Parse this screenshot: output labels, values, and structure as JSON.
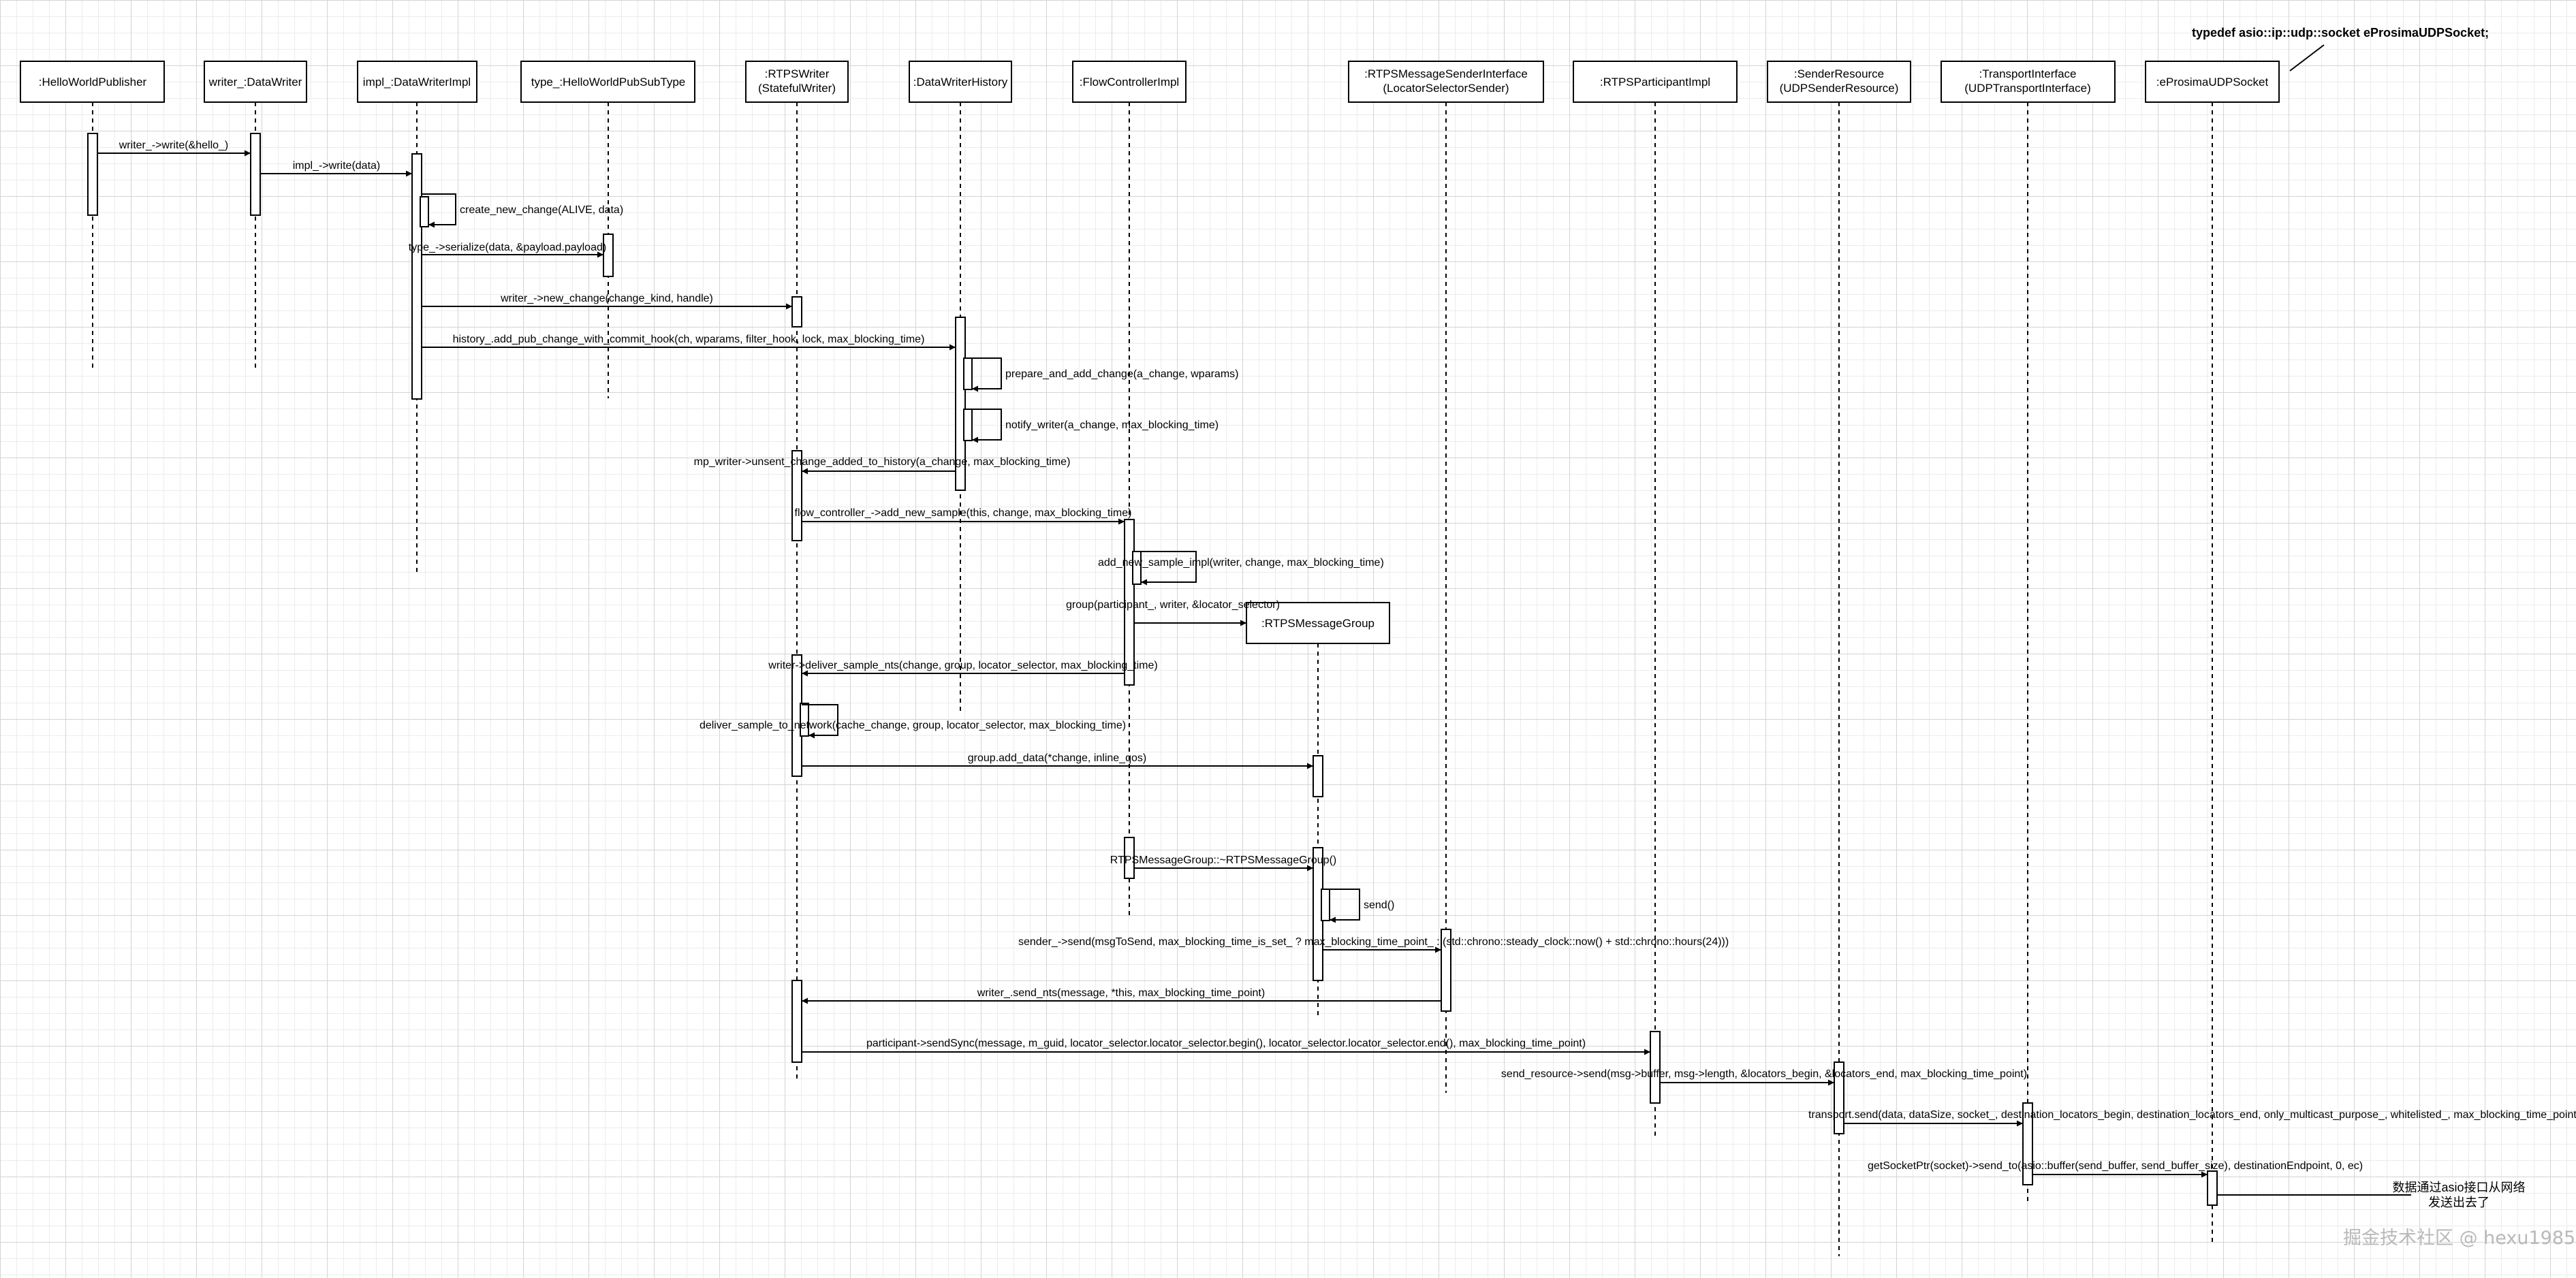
{
  "participants": [
    {
      "id": "hwpub",
      "lines": [
        ":HelloWorldPublisher"
      ]
    },
    {
      "id": "dw",
      "lines": [
        "writer_:DataWriter"
      ]
    },
    {
      "id": "dwimpl",
      "lines": [
        "impl_:DataWriterImpl"
      ]
    },
    {
      "id": "pubsubtype",
      "lines": [
        "type_:HelloWorldPubSubType"
      ]
    },
    {
      "id": "rtpswriter",
      "lines": [
        ":RTPSWriter",
        "(StatefulWriter)"
      ]
    },
    {
      "id": "history",
      "lines": [
        ":DataWriterHistory"
      ]
    },
    {
      "id": "flowctrl",
      "lines": [
        ":FlowControllerImpl"
      ]
    },
    {
      "id": "msgsender",
      "lines": [
        ":RTPSMessageSenderInterface",
        "(LocatorSelectorSender)"
      ]
    },
    {
      "id": "participant",
      "lines": [
        ":RTPSParticipantImpl"
      ]
    },
    {
      "id": "sender",
      "lines": [
        ":SenderResource",
        "(UDPSenderResource)"
      ]
    },
    {
      "id": "transport",
      "lines": [
        ":TransportInterface",
        "(UDPTransportInterface)"
      ]
    },
    {
      "id": "socket",
      "lines": [
        ":eProsimaUDPSocket"
      ]
    },
    {
      "id": "msggroup",
      "lines": [
        ":RTPSMessageGroup"
      ]
    }
  ],
  "messages": [
    {
      "id": "m1",
      "text": "writer_->write(&hello_)"
    },
    {
      "id": "m2",
      "text": "impl_->write(data)"
    },
    {
      "id": "m3",
      "text": "create_new_change(ALIVE, data)"
    },
    {
      "id": "m4",
      "text": "type_->serialize(data, &payload.payload)"
    },
    {
      "id": "m5",
      "text": "writer_->new_change(change_kind, handle)"
    },
    {
      "id": "m6",
      "text": "history_.add_pub_change_with_commit_hook(ch, wparams, filter_hook, lock, max_blocking_time)"
    },
    {
      "id": "m7",
      "text": "prepare_and_add_change(a_change, wparams)"
    },
    {
      "id": "m8",
      "text": "notify_writer(a_change, max_blocking_time)"
    },
    {
      "id": "m9",
      "text": "mp_writer->unsent_change_added_to_history(a_change, max_blocking_time)"
    },
    {
      "id": "m10",
      "text": "flow_controller_->add_new_sample(this, change, max_blocking_time)"
    },
    {
      "id": "m11",
      "text": "add_new_sample_impl(writer, change, max_blocking_time)"
    },
    {
      "id": "m12",
      "text": "group(participant_, writer, &locator_selector)"
    },
    {
      "id": "m13",
      "text": "writer->deliver_sample_nts(change, group, locator_selector, max_blocking_time)"
    },
    {
      "id": "m14",
      "text": "deliver_sample_to_network(cache_change, group, locator_selector, max_blocking_time)"
    },
    {
      "id": "m15",
      "text": "group.add_data(*change, inline_qos)"
    },
    {
      "id": "m16",
      "text": "RTPSMessageGroup::~RTPSMessageGroup()"
    },
    {
      "id": "m17",
      "text": "send()"
    },
    {
      "id": "m18",
      "text": "sender_->send(msgToSend, max_blocking_time_is_set_ ? max_blocking_time_point_ : (std::chrono::steady_clock::now() + std::chrono::hours(24)))"
    },
    {
      "id": "m19",
      "text": "writer_.send_nts(message, *this, max_blocking_time_point)"
    },
    {
      "id": "m20",
      "text": "participant->sendSync(message, m_guid, locator_selector.locator_selector.begin(), locator_selector.locator_selector.end(), max_blocking_time_point)"
    },
    {
      "id": "m21",
      "text": "send_resource->send(msg->buffer, msg->length, &locators_begin, &locators_end, max_blocking_time_point)"
    },
    {
      "id": "m22",
      "text": "transport.send(data, dataSize, socket_, destination_locators_begin, destination_locators_end, only_multicast_purpose_, whitelisted_, max_blocking_time_point)"
    },
    {
      "id": "m23",
      "text": "getSocketPtr(socket)->send_to(asio::buffer(send_buffer, send_buffer_size), destinationEndpoint, 0, ec)"
    }
  ],
  "notes": {
    "typedef": "typedef asio::ip::udp::socket eProsimaUDPSocket;",
    "network_line1": "数据通过asio接口从网络",
    "network_line2": "发送出去了"
  },
  "watermark": "掘金技术社区 @ hexu1985"
}
